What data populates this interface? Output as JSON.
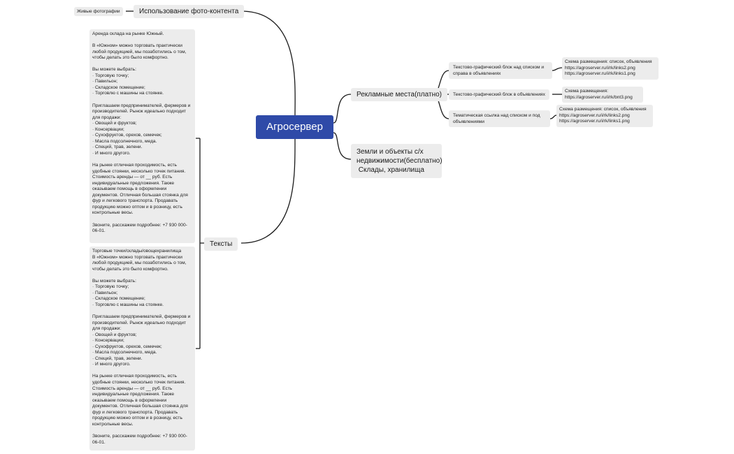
{
  "central": "Агросервер",
  "branches": {
    "photo": {
      "label": "Использование фото-контента",
      "child": "Живые фотографии"
    },
    "ads": {
      "label": "Рекламные места(платно)",
      "items": [
        {
          "label": "Текстово-графический блок над списком и справа в объявлениях",
          "note": "Схема размещения: список, объявления\nhttps://agroserver.ru/i/rk/links2.png\nhttps://agroserver.ru/i/rk/links1.png"
        },
        {
          "label": "Текстово-графический блок в объявлениях",
          "note": "Схема размещения:\nhttps://agroserver.ru/i/rk/bnt3.png"
        },
        {
          "label": "Тематическая ссылка над списком и под объявлениями",
          "note": "Схема размещения: список, объявления\nhttps://agroserver.ru/i/rk/links2.png\nhttps://agroserver.ru/i/rk/links1.png"
        }
      ]
    },
    "land": {
      "label_line1": "Земли и объекты с/х",
      "label_line2": "недвижимости(бесплатно)",
      "label_line3": " Склады, хранилища"
    },
    "texts": {
      "label": "Тексты",
      "notes": [
        "Аренда склада на рынке Южный.\n\nВ «Южном» можно торговать практически любой продукцией, мы позаботились о том, чтобы делать это было комфортно.\n\nВы можете выбрать:\n·  Торговую точку;\n·  Павильон;\n·  Складское помещение;\n·  Торговлю с машины на стоянке.\n\nПриглашаем предпринимателей, фермеров и производителей. Рынок идеально подходит для продажи:\n·  Овощей и фруктов;\n·  Консервации;\n·  Сухофруктов, орехов, семечек;\n·  Масла подсолнечного, меда.\n·  Специй, трав, зелени.\n·  И много другого.\n\nНа рынке отличная проходимость, есть удобные стоянки, несколько точек питания. Стоимость аренды — от __ руб. Есть индивидуальные предложения. Также оказываем помощь в оформлении документов. Отличная большая стоянка для фур и легкового транспорта. Продавать продукцию можно оптом и в розницу, есть контрольные весы.\n\nЗвоните, расскажем подробнее:  +7 930 000-06-01.",
        "Торговые точки/склады/овощехранилища\nВ «Южном» можно торговать практически любой продукцией, мы позаботились о том, чтобы делать это было комфортно.\n\nВы можете выбрать:\n·  Торговую точку;\n·  Павильон;\n·  Складское помещение;\n·  Торговлю с машины на стоянке.\n\nПриглашаем предпринимателей, фермеров и производителей. Рынок идеально подходит для продажи:\n·  Овощей и фруктов;\n·  Консервации;\n·  Сухофруктов, орехов, семечек;\n·  Масла подсолнечного, меда.\n·  Специй, трав, зелени.\n·  И много другого.\n\nНа рынке отличная проходимость, есть удобные стоянки, несколько точек питания. Стоимость аренды — от __ руб. Есть индивидуальные предложения. Также оказываем помощь в оформлении документов. Отличная большая стоянка для фур и легкового транспорта. Продавать продукцию можно оптом и в розницу, есть контрольные весы.\n\nЗвоните, расскажем подробнее:  +7 930 000-06-01."
      ]
    }
  },
  "colors": {
    "central_bg": "#2f4aa8",
    "central_text": "#ffffff",
    "node_bg": "#ececec",
    "line": "#1a1a1a"
  }
}
